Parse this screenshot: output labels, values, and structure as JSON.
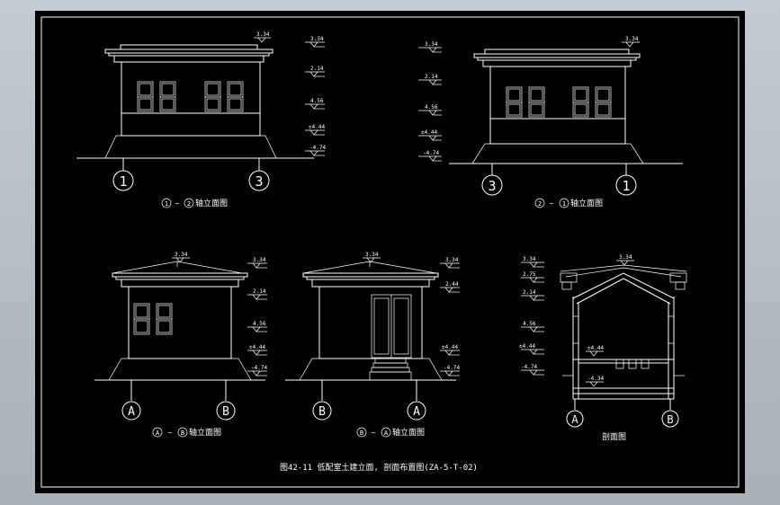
{
  "title": "图42-11 低配室土建立面, 剖面布置图(ZA-5-T-02)",
  "views": [
    {
      "caption_prefix": "1",
      "caption_mid": "~",
      "caption_suffix": "2",
      "caption_text": "轴立面图",
      "axis_left": "1",
      "axis_right": "3",
      "elevations": [
        "3.34",
        "3.34",
        "2.14",
        "4.56",
        "±4.44",
        "-4.74"
      ]
    },
    {
      "caption_prefix": "2",
      "caption_mid": "~",
      "caption_suffix": "1",
      "caption_text": "轴立面图",
      "axis_left": "3",
      "axis_right": "1",
      "elevations": [
        "3.34",
        "3.34",
        "2.14",
        "4.56",
        "±4.44",
        "-4.74"
      ]
    },
    {
      "caption_prefix": "A",
      "caption_mid": "~",
      "caption_suffix": "B",
      "caption_text": "轴立面图",
      "axis_left": "A",
      "axis_right": "B",
      "elevations": [
        "3.34",
        "3.34",
        "2.14",
        "4.56",
        "±4.44",
        "-4.74"
      ]
    },
    {
      "caption_prefix": "B",
      "caption_mid": "~",
      "caption_suffix": "A",
      "caption_text": "轴立面图",
      "axis_left": "B",
      "axis_right": "A",
      "elevations": [
        "3.34",
        "3.34",
        "2.44",
        "±4.44",
        "-4.74"
      ]
    },
    {
      "caption_text": "剖面图",
      "axis_left": "A",
      "axis_right": "B",
      "elevations": [
        "3.34",
        "3.34",
        "2.75",
        "2.14",
        "4.56",
        "±4.44",
        "-4.74",
        "±4.44",
        "-4.34"
      ]
    }
  ]
}
